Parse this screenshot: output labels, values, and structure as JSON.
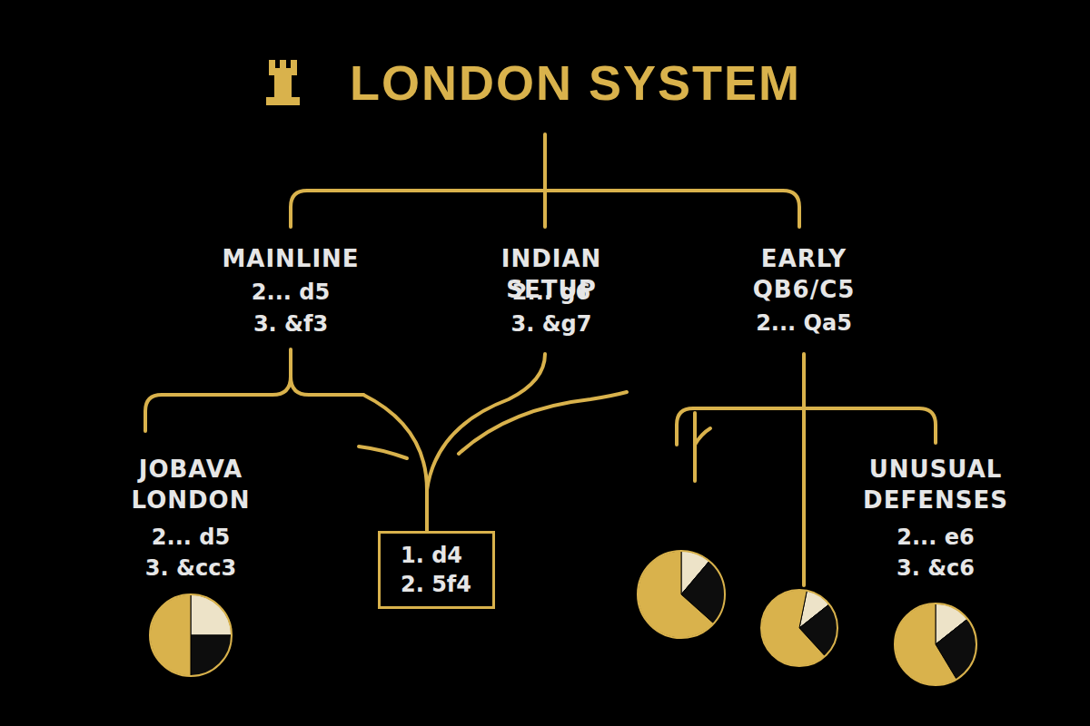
{
  "diagram": {
    "title": "LONDON SYSTEM",
    "nodes": [
      {
        "text": [
          "1. d4",
          "2. 5f4"
        ]
      }
    ],
    "labels": [
      "MAINLINE",
      "2... d5",
      "3. &f3",
      "INDIAN SETUP",
      "2... g6",
      "3. &g7",
      "EARLY QB6/C5",
      "2... Qa5",
      "JOBAVA LONDON",
      "2... d5",
      "3. &cc3",
      "UNUSUAL DEFENSES",
      "2... e6",
      "3. &c6"
    ]
  }
}
